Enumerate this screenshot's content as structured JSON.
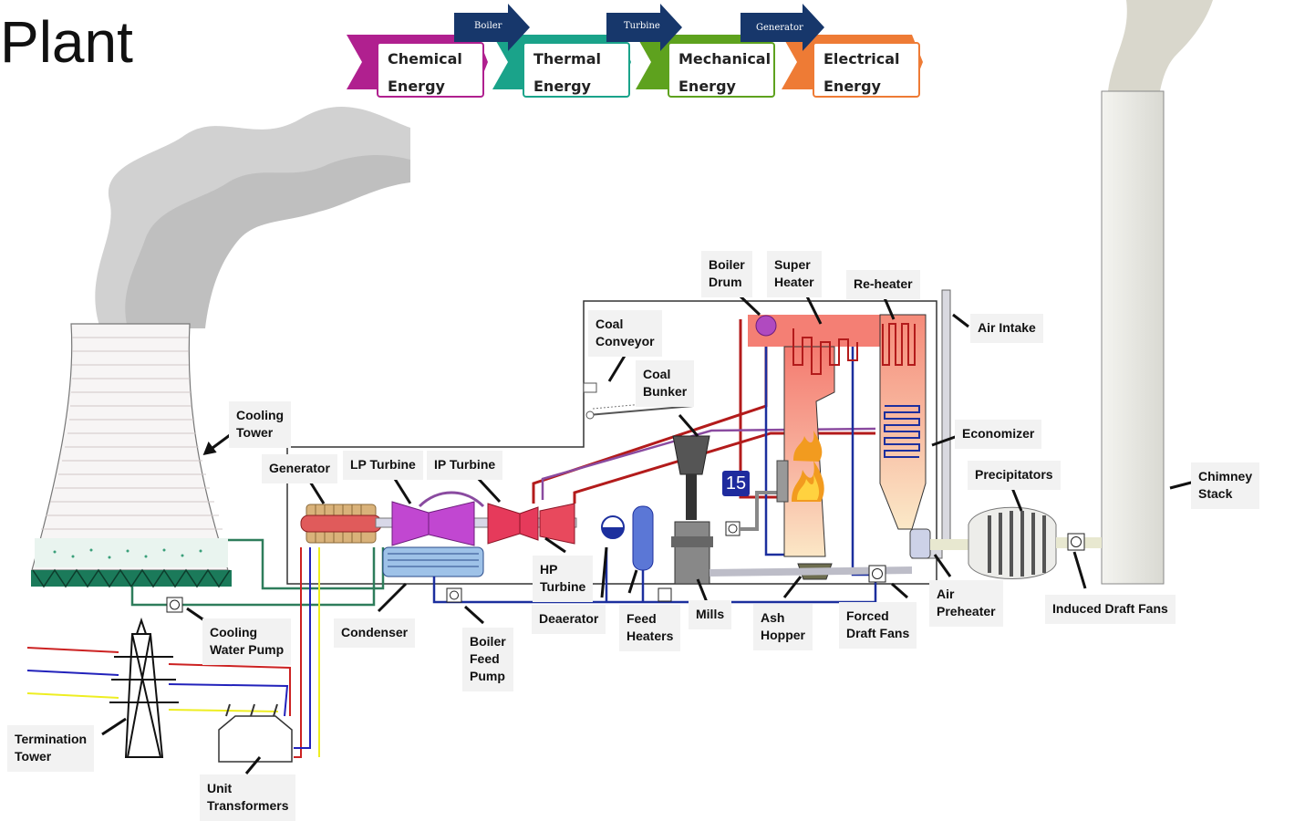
{
  "title": "Plant",
  "flow": {
    "stages": [
      "Chemical\nEnergy",
      "Thermal\nEnergy",
      "Mechanical\nEnergy",
      "Electrical\nEnergy"
    ],
    "steps": [
      "Boiler",
      "Turbine",
      "Generator"
    ],
    "colors": [
      "#b0208f",
      "#1aa38a",
      "#5ea21e",
      "#ee7b35"
    ],
    "step_color": "#17376b"
  },
  "labels": {
    "cooling_tower": "Cooling\nTower",
    "generator": "Generator",
    "lp_turbine": "LP Turbine",
    "ip_turbine": "IP Turbine",
    "hp_turbine": "HP\nTurbine",
    "coal_conveyor": "Coal\nConveyor",
    "coal_bunker": "Coal\nBunker",
    "boiler_drum": "Boiler\nDrum",
    "super_heater": "Super\nHeater",
    "re_heater": "Re-heater",
    "air_intake": "Air Intake",
    "economizer": "Economizer",
    "precipitators": "Precipitators",
    "chimney_stack": "Chimney\nStack",
    "cooling_water_pump": "Cooling\nWater Pump",
    "condenser": "Condenser",
    "boiler_feed_pump": "Boiler\nFeed\nPump",
    "deaerator": "Deaerator",
    "feed_heaters": "Feed\nHeaters",
    "mills": "Mills",
    "ash_hopper": "Ash\nHopper",
    "forced_draft_fans": "Forced\nDraft Fans",
    "air_preheater": "Air\nPreheater",
    "induced_draft_fans": "Induced Draft Fans",
    "termination_tower": "Termination\nTower",
    "unit_transformers": "Unit\nTransformers"
  },
  "badge": "15",
  "colors": {
    "steam_red": "#b31b1b",
    "water_blue": "#1c2f9e",
    "condensate_green": "#2e7d5b",
    "furnace_pink": "#f6a99a",
    "turbine_magenta": "#b042c8",
    "turbine_red": "#e33a5a"
  }
}
